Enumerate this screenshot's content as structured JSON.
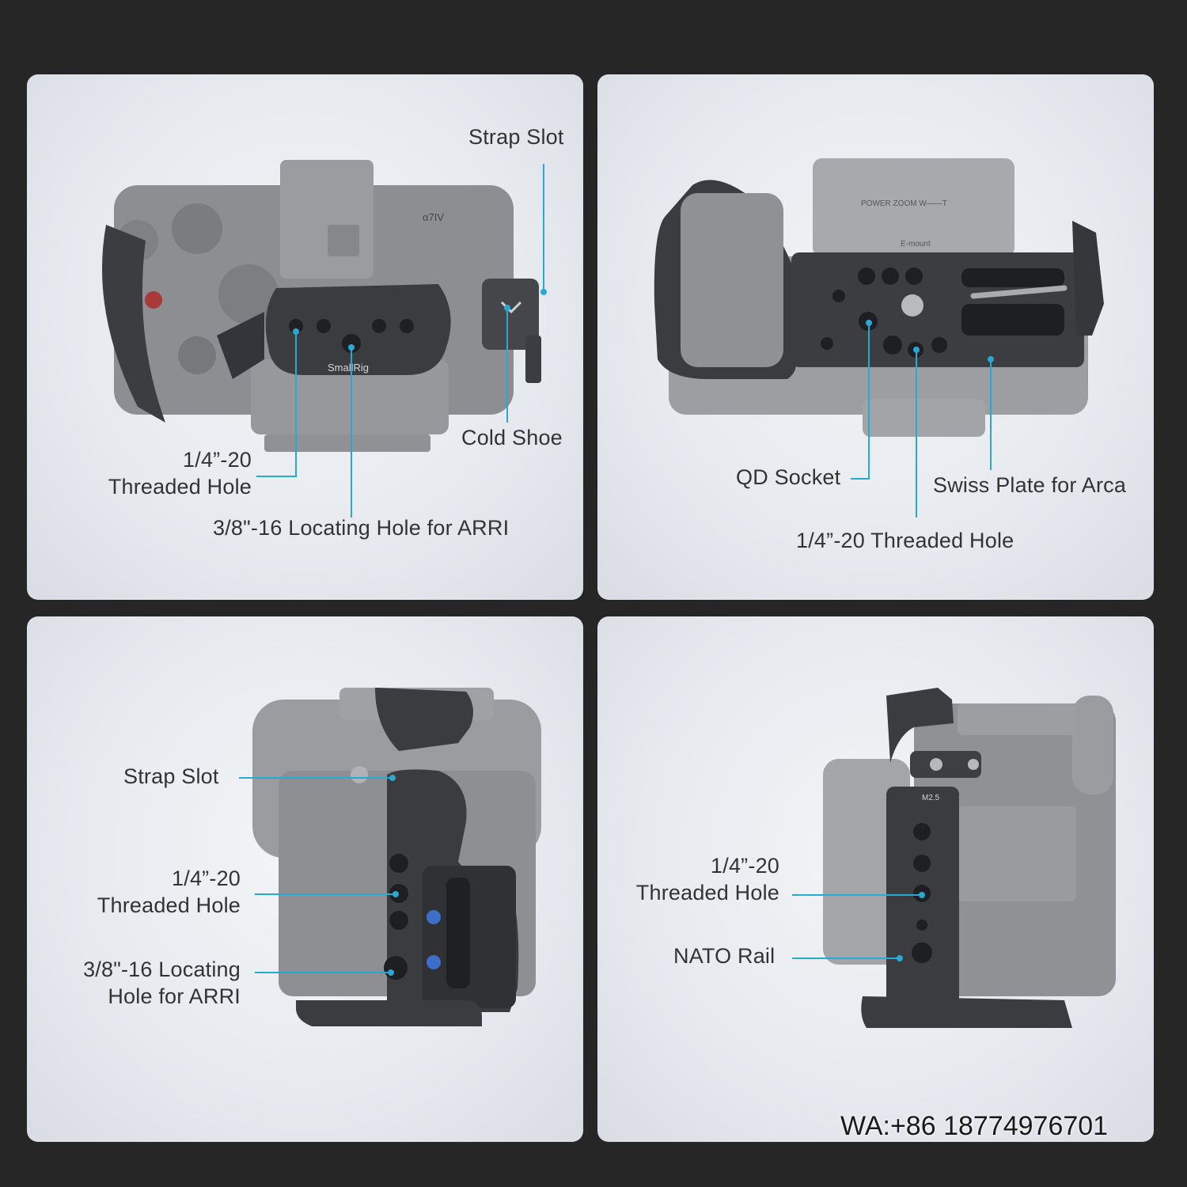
{
  "panels": {
    "top_left": {
      "strap_slot": "Strap Slot",
      "cold_shoe": "Cold Shoe",
      "threaded_hole_line1": "1/4”-20",
      "threaded_hole_line2": "Threaded Hole",
      "locating_hole": "3/8\"-16 Locating Hole for ARRI",
      "camera_model": "α7IV",
      "brand_engraving": "SmallRig"
    },
    "top_right": {
      "qd_socket": "QD Socket",
      "swiss_plate": "Swiss Plate for Arca",
      "threaded_hole": "1/4”-20 Threaded Hole",
      "lens_power_zoom": "POWER ZOOM  W——T",
      "lens_mount": "E-mount"
    },
    "bottom_left": {
      "strap_slot": "Strap Slot",
      "threaded_hole_line1": "1/4”-20",
      "threaded_hole_line2": "Threaded Hole",
      "locating_hole_line1": "3/8\"-16 Locating",
      "locating_hole_line2": "Hole for ARRI"
    },
    "bottom_right": {
      "threaded_hole_line1": "1/4”-20",
      "threaded_hole_line2": "Threaded Hole",
      "nato_rail": "NATO Rail",
      "m25_marking": "M2.5"
    }
  },
  "watermark": "WA:+86 18774976701",
  "colors": {
    "background": "#262626",
    "panel": "#e8ebef",
    "callout_line": "#29a8d4",
    "cage_metal": "#3a3c40",
    "camera_body": "#8a8c90",
    "label_text": "#333333"
  }
}
